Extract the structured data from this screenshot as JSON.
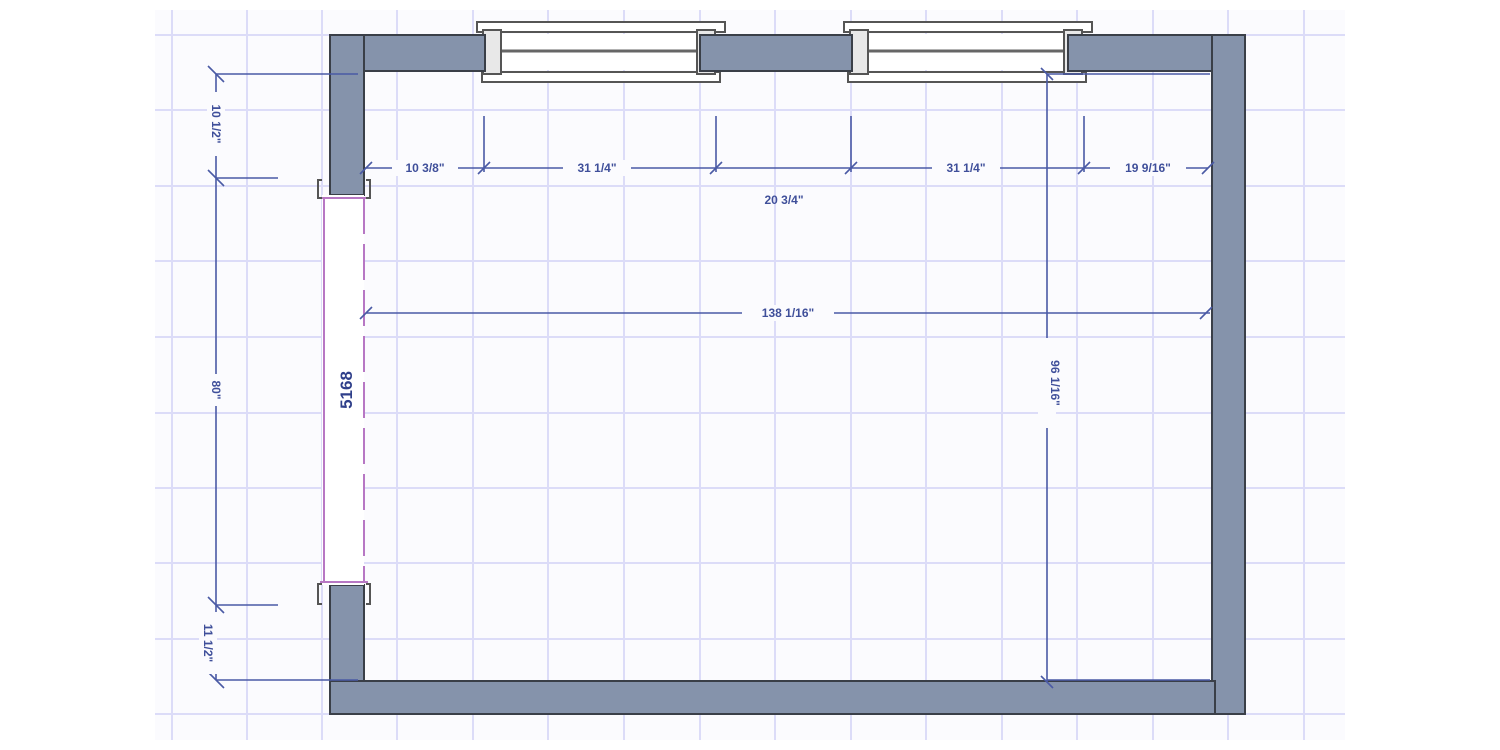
{
  "colors": {
    "background": "#ffffff",
    "grid_area": "#fbfbfe",
    "grid_line": "#dcdcf8",
    "wall_fill": "#8593ab",
    "wall_stroke": "#3a3f48",
    "dimension_line": "#4a5aa5",
    "dimension_text": "#3f4f9a",
    "door_outline": "#b777c4",
    "window_stroke": "#555555"
  },
  "plan": {
    "door": {
      "label": "5168"
    },
    "windows": [
      {
        "id": "window-1"
      },
      {
        "id": "window-2"
      }
    ],
    "dimensions": {
      "top_row": [
        "10 3/8\"",
        "31 1/4\"",
        "31 1/4\"",
        "19 9/16\""
      ],
      "window_gap": "20 3/4\"",
      "interior_width": "138 1/16\"",
      "right_vertical": "96 1/16\"",
      "left_top": "10 1/2\"",
      "left_middle": "80\"",
      "left_bottom": "11 1/2\""
    }
  }
}
